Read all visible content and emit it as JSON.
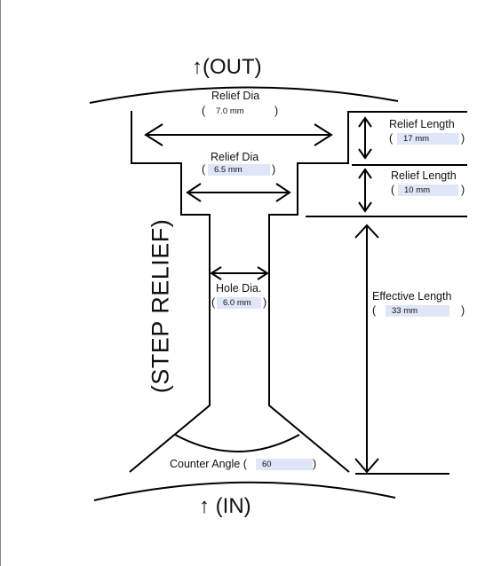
{
  "title_out": "↑(OUT)",
  "title_in": "↑ (IN)",
  "side_label": "(STEP RELIEF)",
  "relief_dia_1": {
    "label": "Relief Dia",
    "value": "7.0 mm"
  },
  "relief_dia_2": {
    "label": "Relief Dia",
    "value": "6.5 mm"
  },
  "relief_length_1": {
    "label": "Relief Length",
    "value": "17 mm"
  },
  "relief_length_2": {
    "label": "Relief Length",
    "value": "10 mm"
  },
  "hole_dia": {
    "label": "Hole Dia.",
    "value": "6.0 mm"
  },
  "effective_length": {
    "label": "Effective Length",
    "value": "33 mm"
  },
  "counter_angle": {
    "label": "Counter Angle (",
    "value": "60"
  },
  "paren_open": "(",
  "paren_close": ")",
  "colors": {
    "line": "#000000",
    "field_fill": "#dfe6f7"
  }
}
